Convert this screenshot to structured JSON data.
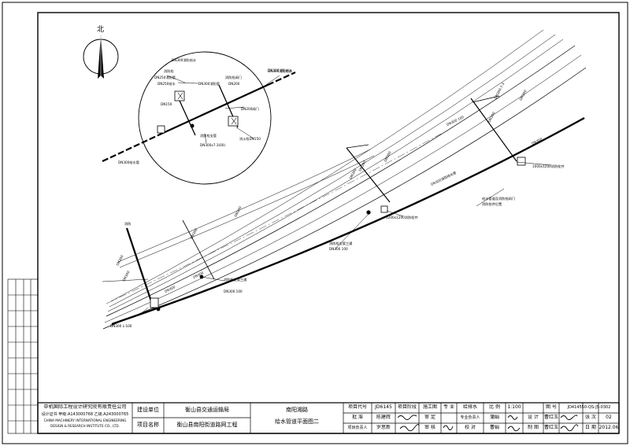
{
  "north_label": "北",
  "inset": {
    "callouts": {
      "c1": "DN300消防给水",
      "c2": "消防栓",
      "c3": "DN250消防管",
      "c4": "DN250给水",
      "c5": "DN300消防管",
      "c6": "消防栓阀门",
      "c7": "DN200",
      "c8": "DN150",
      "c9": "DN300消防给水",
      "c10": "DN300x7.3(00)",
      "c11": "消防栓支管",
      "c12": "DN200阀门",
      "c13": "消火栓DN150",
      "c14": "DN300给水管"
    }
  },
  "labels": {
    "l1": "DN300消防给水",
    "l2": "DN300",
    "l3": "DN300",
    "l4": "DN300-7.3",
    "l5": "DN300",
    "l6": "DN300",
    "l7": "DN300",
    "l8": "DN300",
    "l9": "DN300",
    "l10": "DN300",
    "l11": "DN300",
    "l12": "消防",
    "l13": "DN300",
    "l14": "DN300",
    "l15": "DN300消防给水管",
    "l16": "1000x1200消防栓井",
    "l17": "给水管道及消防栓阀门",
    "l18": "消防栓井位置",
    "l19": "1200x1200消防栓井",
    "l20": "消防栓支管三通",
    "l21": "DN300 100",
    "l22": "消防栓支管三通",
    "l23": "DN300 100",
    "l24": "DN300 100",
    "l25": "DN300",
    "l26": "DN300 L-100"
  },
  "title_block": {
    "company_cn": "中机国际工程设计研究院有限责任公司",
    "cert": "设计证书 甲级:A143000768 乙级:A243000765",
    "company_en1": "CHINA MACHINERY INTERNATIONAL ENGINEERING",
    "company_en2": "DESIGN & RESEARCH INSTITUTE CO., LTD.",
    "lbl_owner": "建设单位",
    "lbl_project": "项目名称",
    "owner": "衡山县交通运输局",
    "project": "衡山县南阳街道路网工程",
    "drawing_title1": "南阳湘路",
    "drawing_title2": "给水管道平面图二",
    "r1": [
      "项目代号",
      "JD6145",
      "项目阶段",
      "施工图",
      "专 业",
      "给排水",
      "比 例",
      "1:100",
      "图 号",
      "JD414550-QS-JS-0302"
    ],
    "r2": [
      "批 准",
      "陈建辉",
      "审 定",
      "专业负责人",
      "蒲娟",
      "设 计",
      "曹红玉",
      "张 次",
      "02"
    ],
    "r3": [
      "项目负责人",
      "罗思新",
      "审 核",
      "校 对",
      "曹娟",
      "制 图",
      "曹红玉",
      "日 期",
      "2012.06"
    ]
  }
}
